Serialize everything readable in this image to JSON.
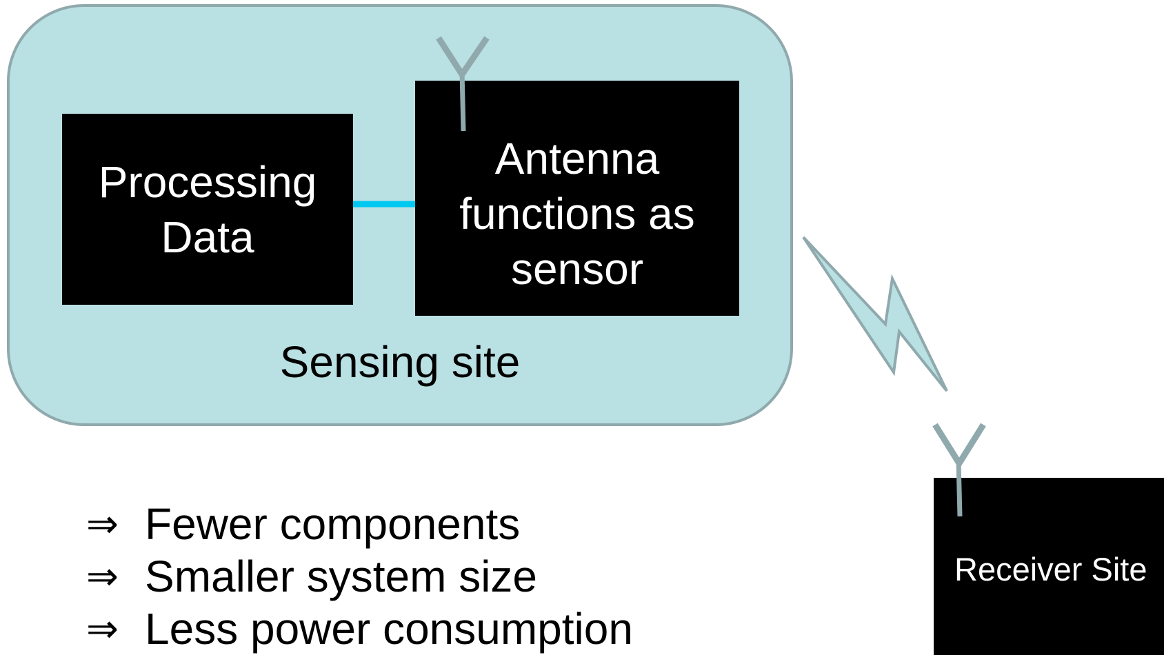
{
  "blocks": {
    "processing_label": "Processing Data",
    "antenna_label": "Antenna functions as sensor",
    "receiver_label": "Receiver Site"
  },
  "sensing_site_label": "Sensing site",
  "benefits": [
    {
      "arrow": "⇒",
      "text": "Fewer components"
    },
    {
      "arrow": "⇒",
      "text": "Smaller system size"
    },
    {
      "arrow": "⇒",
      "text": "Less power consumption"
    }
  ],
  "icons": {
    "antenna_sensing": "antenna-icon",
    "antenna_receiver": "antenna-icon",
    "wireless_link": "lightning-bolt-icon"
  },
  "colors": {
    "sensing_site_fill": "#b9e0e3",
    "sensing_site_stroke": "#8fa9ad",
    "block_fill": "#000000",
    "connector": "#00c8f0",
    "antenna": "#8fa9ad",
    "bolt_fill": "#b9e0e3",
    "bolt_stroke": "#8fa9ad"
  }
}
